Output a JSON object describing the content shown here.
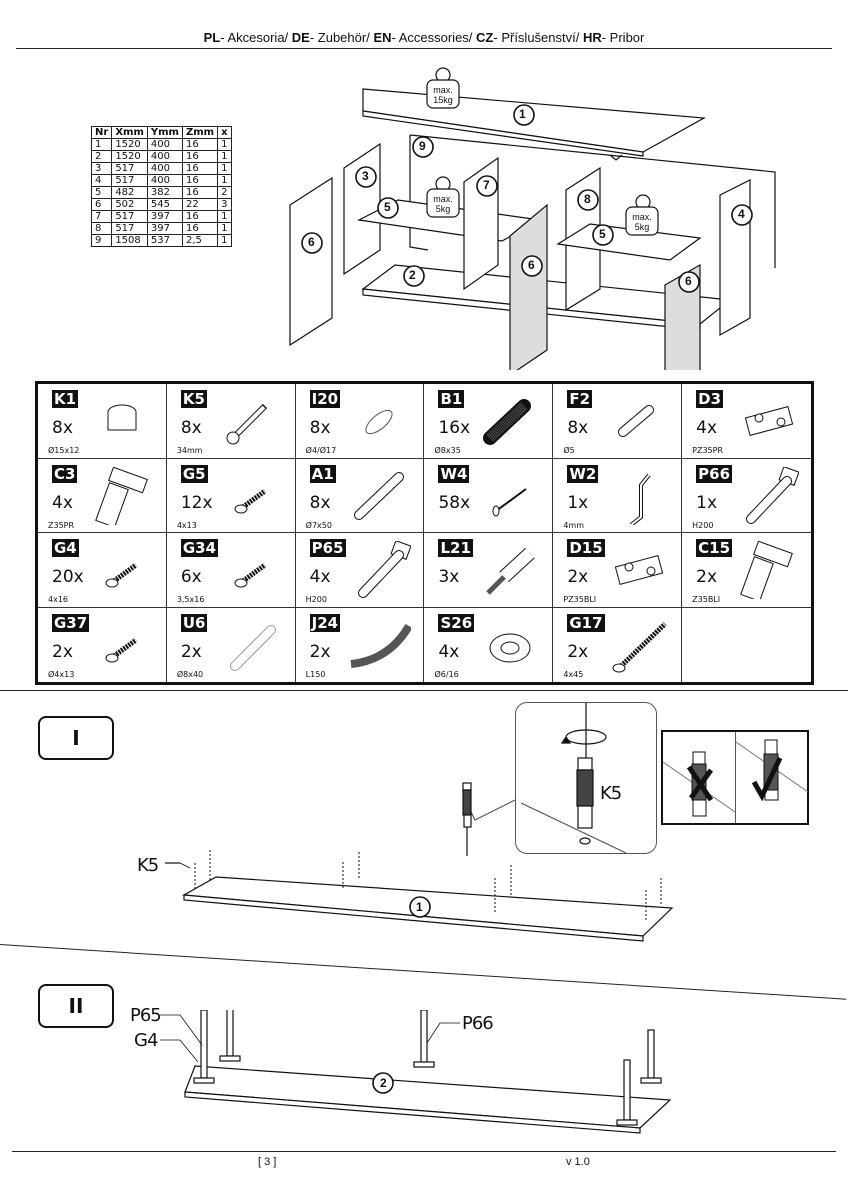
{
  "header": {
    "segments": [
      {
        "code": "PL",
        "text": "- Akcesoria/ "
      },
      {
        "code": "DE",
        "text": "- Zubehör/ "
      },
      {
        "code": "EN",
        "text": "- Accessories/ "
      },
      {
        "code": "CZ",
        "text": "- Příslušenství/ "
      },
      {
        "code": "HR",
        "text": "- Pribor"
      }
    ]
  },
  "dimensions_table": {
    "columns": [
      "Nr",
      "Xmm",
      "Ymm",
      "Zmm",
      "x"
    ],
    "rows": [
      [
        "1",
        "1520",
        "400",
        "16",
        "1"
      ],
      [
        "2",
        "1520",
        "400",
        "16",
        "1"
      ],
      [
        "3",
        "517",
        "400",
        "16",
        "1"
      ],
      [
        "4",
        "517",
        "400",
        "16",
        "1"
      ],
      [
        "5",
        "482",
        "382",
        "16",
        "2"
      ],
      [
        "6",
        "502",
        "545",
        "22",
        "3"
      ],
      [
        "7",
        "517",
        "397",
        "16",
        "1"
      ],
      [
        "8",
        "517",
        "397",
        "16",
        "1"
      ],
      [
        "9",
        "1508",
        "537",
        "2,5",
        "1"
      ]
    ]
  },
  "exploded_view": {
    "part_numbers": [
      "1",
      "2",
      "3",
      "4",
      "5",
      "5",
      "6",
      "6",
      "6",
      "7",
      "8",
      "9"
    ],
    "weights": [
      {
        "line1": "max.",
        "line2": "15kg"
      },
      {
        "line1": "max.",
        "line2": "5kg"
      },
      {
        "line1": "max.",
        "line2": "5kg"
      }
    ]
  },
  "hardware": [
    {
      "code": "K1",
      "qty": "8x",
      "size": "Ø15x12",
      "icon": "cam-lock-icon"
    },
    {
      "code": "K5",
      "qty": "8x",
      "size": "34mm",
      "icon": "cam-bolt-icon"
    },
    {
      "code": "I20",
      "qty": "8x",
      "size": "Ø4/Ø17",
      "icon": "cap-disc-icon"
    },
    {
      "code": "B1",
      "qty": "16x",
      "size": "Ø8x35",
      "icon": "wood-dowel-icon"
    },
    {
      "code": "F2",
      "qty": "8x",
      "size": "Ø5",
      "icon": "shelf-pin-icon"
    },
    {
      "code": "D3",
      "qty": "4x",
      "size": "PZ35PR",
      "icon": "hinge-plate-icon"
    },
    {
      "code": "C3",
      "qty": "4x",
      "size": "Z35PR",
      "icon": "hinge-icon"
    },
    {
      "code": "G5",
      "qty": "12x",
      "size": "4x13",
      "icon": "screw-icon"
    },
    {
      "code": "A1",
      "qty": "8x",
      "size": "Ø7x50",
      "icon": "wall-plug-icon"
    },
    {
      "code": "W4",
      "qty": "58x",
      "size": "",
      "icon": "nail-icon"
    },
    {
      "code": "W2",
      "qty": "1x",
      "size": "4mm",
      "icon": "hex-key-icon"
    },
    {
      "code": "P66",
      "qty": "1x",
      "size": "H200",
      "icon": "leg-icon"
    },
    {
      "code": "G4",
      "qty": "20x",
      "size": "4x16",
      "icon": "screw-icon"
    },
    {
      "code": "G34",
      "qty": "6x",
      "size": "3,5x16",
      "icon": "screw-icon"
    },
    {
      "code": "P65",
      "qty": "4x",
      "size": "H200",
      "icon": "leg-icon"
    },
    {
      "code": "L21",
      "qty": "3x",
      "size": "",
      "icon": "push-latch-icon"
    },
    {
      "code": "D15",
      "qty": "2x",
      "size": "PZ35BLI",
      "icon": "hinge-plate-icon"
    },
    {
      "code": "C15",
      "qty": "2x",
      "size": "Z35BLI",
      "icon": "hinge-icon"
    },
    {
      "code": "G37",
      "qty": "2x",
      "size": "Ø4x13",
      "icon": "screw-icon"
    },
    {
      "code": "U6",
      "qty": "2x",
      "size": "Ø8x40",
      "icon": "anchor-plug-icon"
    },
    {
      "code": "J24",
      "qty": "2x",
      "size": "L150",
      "icon": "strap-icon"
    },
    {
      "code": "S26",
      "qty": "4x",
      "size": "Ø6/16",
      "icon": "washer-icon"
    },
    {
      "code": "G17",
      "qty": "2x",
      "size": "4x45",
      "icon": "long-screw-icon"
    },
    {
      "code": "",
      "qty": "",
      "size": "",
      "icon": ""
    }
  ],
  "step1": {
    "label": "I",
    "callout_part": "K5",
    "detail_label": "K5",
    "panel_number": "1"
  },
  "step2": {
    "label": "II",
    "callout_leg_front": "P65",
    "callout_screw": "G4",
    "callout_leg_middle": "P66",
    "panel_number": "2"
  },
  "footer": {
    "page": "[ 3 ]",
    "version": "v 1.0"
  }
}
